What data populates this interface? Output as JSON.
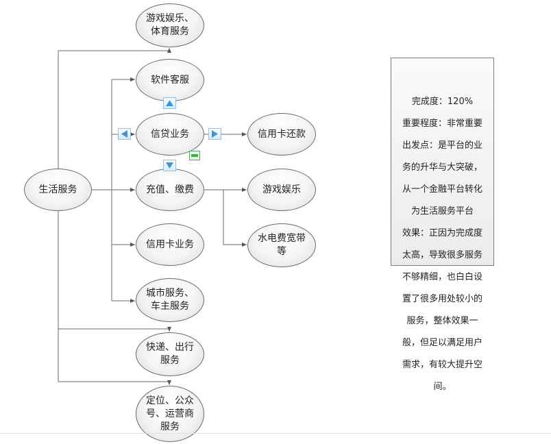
{
  "diagram": {
    "root": {
      "label": "生活服务"
    },
    "nodes": [
      {
        "id": "games-sports",
        "label": "游戏娱乐、\n体育服务"
      },
      {
        "id": "software-service",
        "label": "软件客服"
      },
      {
        "id": "credit",
        "label": "信贷业务"
      },
      {
        "id": "card-repay",
        "label": "信用卡还款"
      },
      {
        "id": "recharge",
        "label": "充值、缴费"
      },
      {
        "id": "game-ent",
        "label": "游戏娱乐"
      },
      {
        "id": "utilities",
        "label": "水电费宽带\n等"
      },
      {
        "id": "credit-card",
        "label": "信用卡业务"
      },
      {
        "id": "city-car",
        "label": "城市服务、\n车主服务"
      },
      {
        "id": "express-travel",
        "label": "快递、出行\n服务"
      },
      {
        "id": "location",
        "label": "定位、公众\n号、运营商\n服务"
      }
    ],
    "note": {
      "lines": [
        "完成度：120%",
        "重要程度：非常重要",
        "出发点：是平台的业",
        "务的升华与大突破，",
        "从一个金融平台转化",
        "为生活服务平台",
        "效果：正因为完成度",
        "太高，导致很多服务",
        "不够精细，也白白设",
        "置了很多用处较小的",
        "服务，整体效果一",
        "般，但足以满足用户",
        "需求，有较大提升空",
        "间。"
      ]
    }
  }
}
